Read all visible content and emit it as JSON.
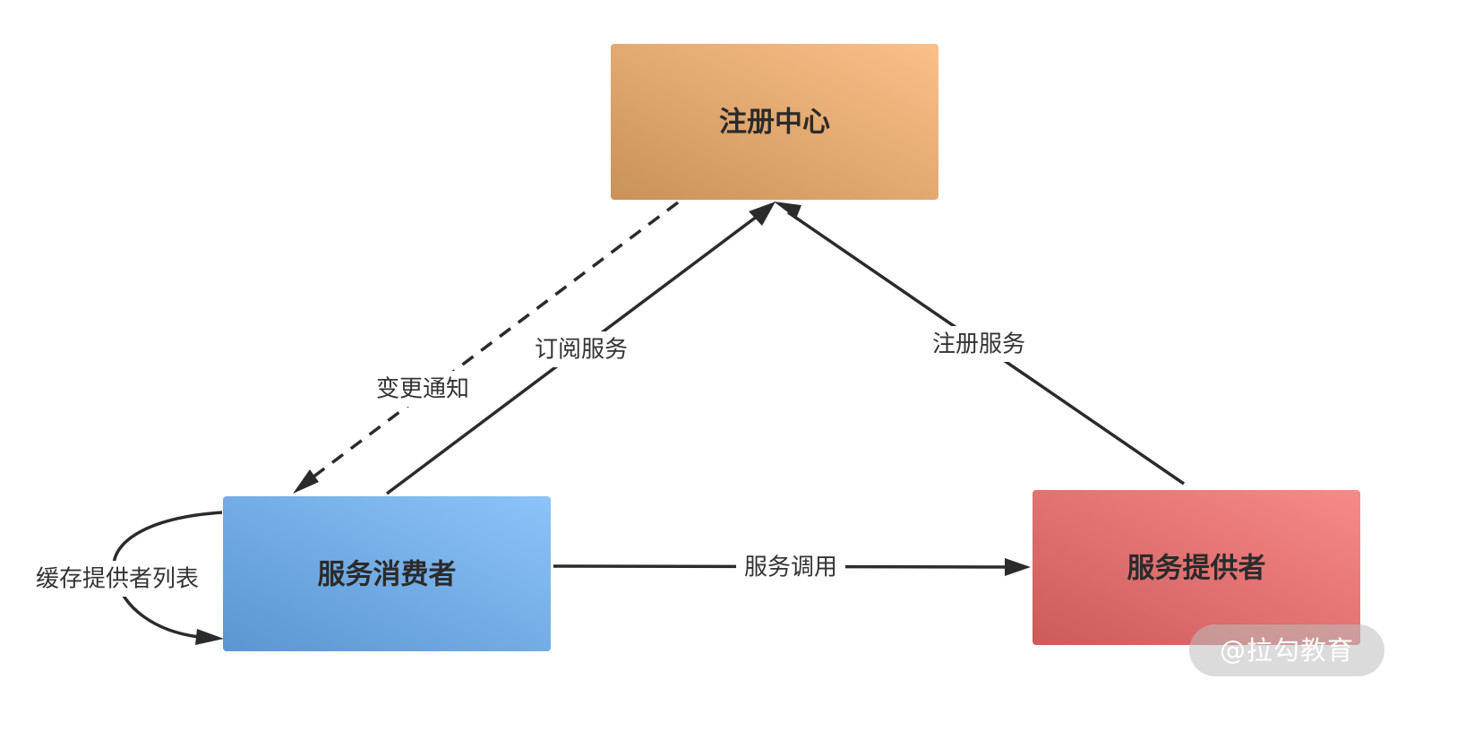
{
  "nodes": {
    "registry": {
      "label": "注册中心"
    },
    "consumer": {
      "label": "服务消费者"
    },
    "provider": {
      "label": "服务提供者"
    }
  },
  "edges": {
    "change_notify": {
      "label": "变更通知"
    },
    "subscribe": {
      "label": "订阅服务"
    },
    "register": {
      "label": "注册服务"
    },
    "invoke": {
      "label": "服务调用"
    },
    "cache": {
      "label": "缓存提供者列表"
    }
  },
  "watermark": "@拉勾教育",
  "colors": {
    "registry_from": "#c99258",
    "registry_to": "#fbc089",
    "consumer_from": "#5b96d0",
    "consumer_to": "#8cc3f9",
    "provider_from": "#cd5a5a",
    "provider_to": "#f88a8a",
    "line": "#2b2b2b"
  }
}
